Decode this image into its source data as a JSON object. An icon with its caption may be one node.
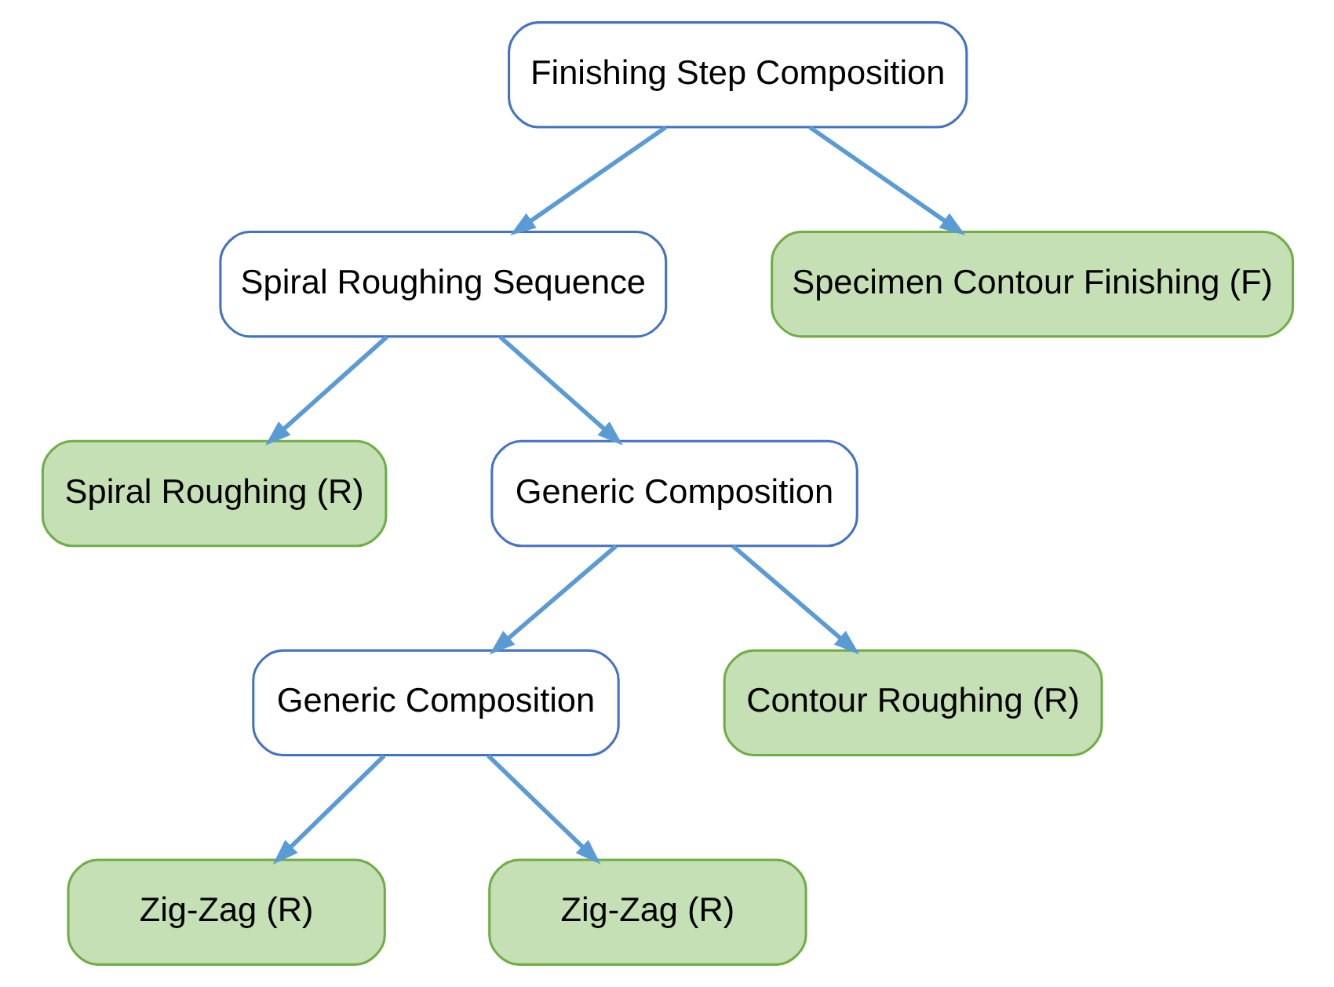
{
  "diagram": {
    "nodes": [
      {
        "text": [
          "Finishing Step Composition"
        ]
      },
      {
        "text": [
          "Spiral Roughing Sequence"
        ]
      },
      {
        "text": [
          "Specimen Contour Finishing (F)"
        ]
      },
      {
        "text": [
          "Spiral Roughing (R)"
        ]
      },
      {
        "text": [
          "Generic Composition"
        ]
      },
      {
        "text": [
          "Generic Composition"
        ]
      },
      {
        "text": [
          "Contour Roughing (R)"
        ]
      },
      {
        "text": [
          "Zig-Zag (R)"
        ]
      },
      {
        "text": [
          "Zig-Zag (R)"
        ]
      }
    ],
    "edges": [
      {
        "from": 0,
        "to": 1,
        "arrow": "to"
      },
      {
        "from": 0,
        "to": 2,
        "arrow": "to"
      },
      {
        "from": 1,
        "to": 3,
        "arrow": "to"
      },
      {
        "from": 1,
        "to": 4,
        "arrow": "to"
      },
      {
        "from": 4,
        "to": 5,
        "arrow": "to"
      },
      {
        "from": 4,
        "to": 6,
        "arrow": "to"
      },
      {
        "from": 5,
        "to": 7,
        "arrow": "to"
      },
      {
        "from": 5,
        "to": 8,
        "arrow": "to"
      }
    ]
  }
}
